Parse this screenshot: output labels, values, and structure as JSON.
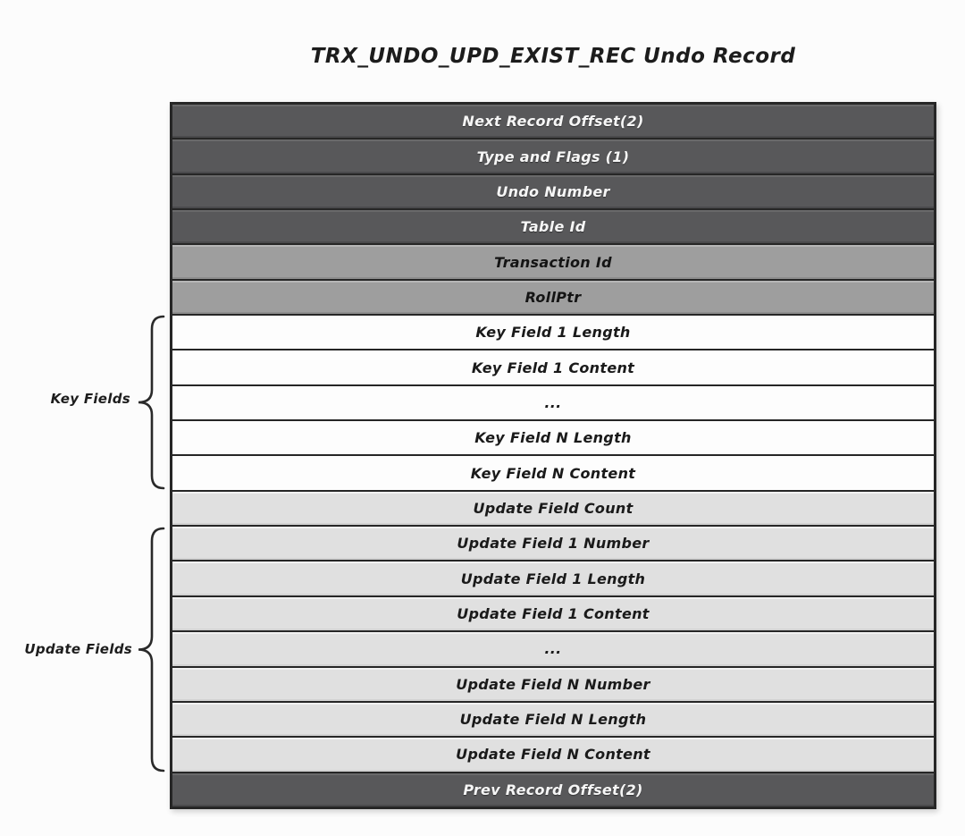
{
  "title": "TRX_UNDO_UPD_EXIST_REC Undo Record",
  "rows": [
    {
      "label": "Next Record Offset(2)",
      "tone": "dark"
    },
    {
      "label": "Type and Flags (1)",
      "tone": "dark"
    },
    {
      "label": "Undo Number",
      "tone": "dark"
    },
    {
      "label": "Table Id",
      "tone": "dark"
    },
    {
      "label": "Transaction Id",
      "tone": "medium"
    },
    {
      "label": "RollPtr",
      "tone": "medium"
    },
    {
      "label": "Key Field 1 Length",
      "tone": "white"
    },
    {
      "label": "Key Field 1 Content",
      "tone": "white"
    },
    {
      "label": "...",
      "tone": "white"
    },
    {
      "label": "Key Field N Length",
      "tone": "white"
    },
    {
      "label": "Key Field N Content",
      "tone": "white"
    },
    {
      "label": "Update Field Count",
      "tone": "light"
    },
    {
      "label": "Update Field 1 Number",
      "tone": "light"
    },
    {
      "label": "Update Field 1 Length",
      "tone": "light"
    },
    {
      "label": "Update Field 1 Content",
      "tone": "light"
    },
    {
      "label": "...",
      "tone": "light"
    },
    {
      "label": "Update Field N Number",
      "tone": "light"
    },
    {
      "label": "Update Field N Length",
      "tone": "light"
    },
    {
      "label": "Update Field N Content",
      "tone": "light"
    },
    {
      "label": "Prev Record Offset(2)",
      "tone": "dark"
    }
  ],
  "groups": [
    {
      "label": "Key Fields"
    },
    {
      "label": "Update Fields"
    }
  ],
  "colors": {
    "row_dark": "#58585a",
    "row_medium": "#9e9e9e",
    "row_white": "#fdfdfd",
    "row_light": "#e0e0e0",
    "border": "#262626",
    "text_on_dark": "#f6f6f6",
    "text_on_light": "#1a1a1a",
    "background": "#fcfcfc"
  }
}
